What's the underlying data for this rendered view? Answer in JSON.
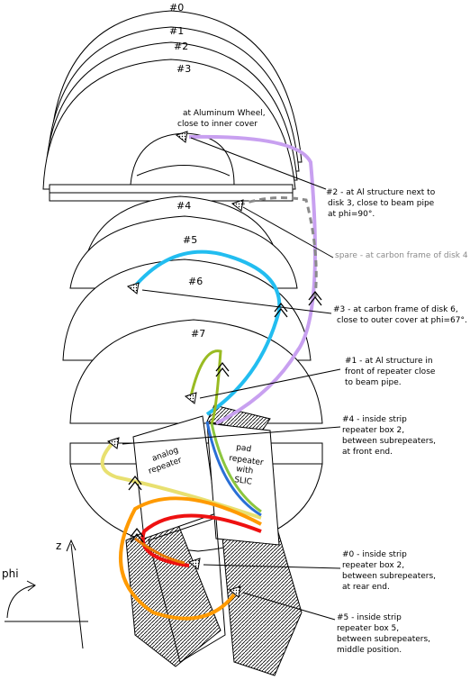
{
  "disks": [
    "#0",
    "#1",
    "#2",
    "#3",
    "#4",
    "#5",
    "#6",
    "#7"
  ],
  "labels": {
    "aluminum_wheel": [
      "at Aluminum Wheel,",
      "close to inner cover"
    ],
    "sensor2": [
      "#2 - at Al structure next to",
      "disk 3, close to beam pipe",
      "at phi=90°."
    ],
    "spare": [
      "spare - at carbon frame of disk 4"
    ],
    "sensor3": [
      "#3 - at carbon frame of disk 6,",
      "close to outer cover at phi=67°."
    ],
    "sensor1": [
      "#1 - at Al structure in",
      "front of repeater close",
      "to beam pipe."
    ],
    "sensor4": [
      "#4 - inside strip",
      "repeater box 2,",
      "between subrepeaters,",
      "at front end."
    ],
    "sensor0": [
      "#0 - inside strip",
      "repeater box 2,",
      "between subrepeaters,",
      "at rear end."
    ],
    "sensor5": [
      "#5 - inside strip",
      "repeater box 5,",
      "between subrepeaters,",
      "middle position."
    ]
  },
  "box_labels": {
    "analog": [
      "analog",
      "repeater"
    ],
    "pad": [
      "pad",
      "repeater",
      "with",
      "SLIC"
    ]
  },
  "axes": {
    "z": "z",
    "phi": "phi"
  },
  "colors": {
    "lilac": "#c8a0f0",
    "grey_dash": "#8a8a8a",
    "cyan": "#22bdf0",
    "olive": "#99bb22",
    "yellow": "#e8e070",
    "orange": "#ff9a00",
    "red": "#ee1111",
    "green": "#8cc63f",
    "blue": "#2a6fd6",
    "dark_orange": "#e87a00"
  }
}
